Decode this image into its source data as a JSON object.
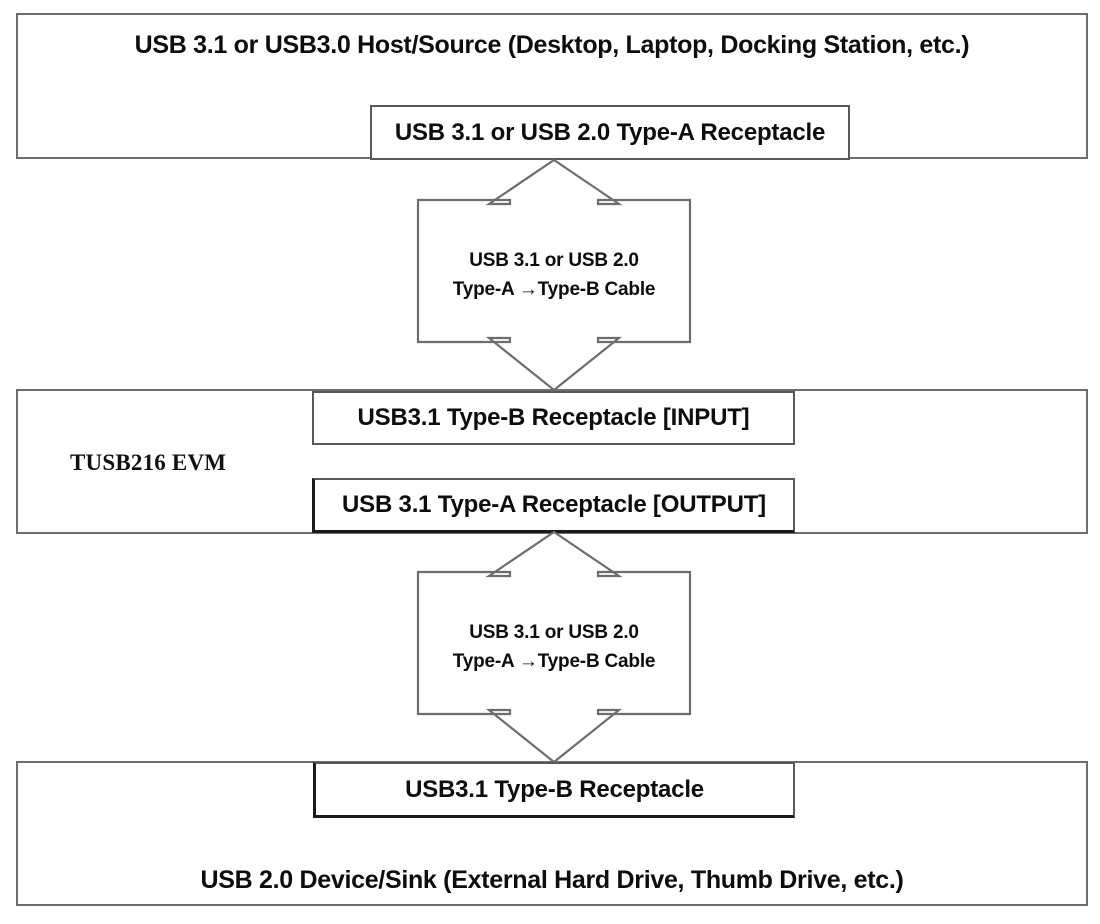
{
  "diagram": {
    "title": "USB connection topology with TUSB216 EVM",
    "colors": {
      "outer_border": "#6d6d6d",
      "inner_border": "#595959",
      "emphasis_border": "#1a1a1a",
      "text": "#0d0d0d",
      "background": "#ffffff"
    }
  },
  "host": {
    "title": "USB 3.1 or USB3.0 Host/Source (Desktop, Laptop, Docking Station, etc.)",
    "receptacle": "USB 3.1 or USB 2.0 Type-A Receptacle"
  },
  "cable_top": {
    "line1": "USB 3.1 or USB 2.0",
    "line2": "Type-A →Type-B Cable"
  },
  "evm": {
    "name": "TUSB216 EVM",
    "input_receptacle": "USB3.1 Type-B Receptacle [INPUT]",
    "output_receptacle": "USB 3.1 Type-A Receptacle [OUTPUT]"
  },
  "cable_bottom": {
    "line1": "USB 3.1 or USB 2.0",
    "line2": "Type-A →Type-B Cable"
  },
  "device": {
    "receptacle": "USB3.1 Type-B Receptacle",
    "title": "USB 2.0 Device/Sink (External Hard Drive, Thumb Drive, etc.)"
  }
}
